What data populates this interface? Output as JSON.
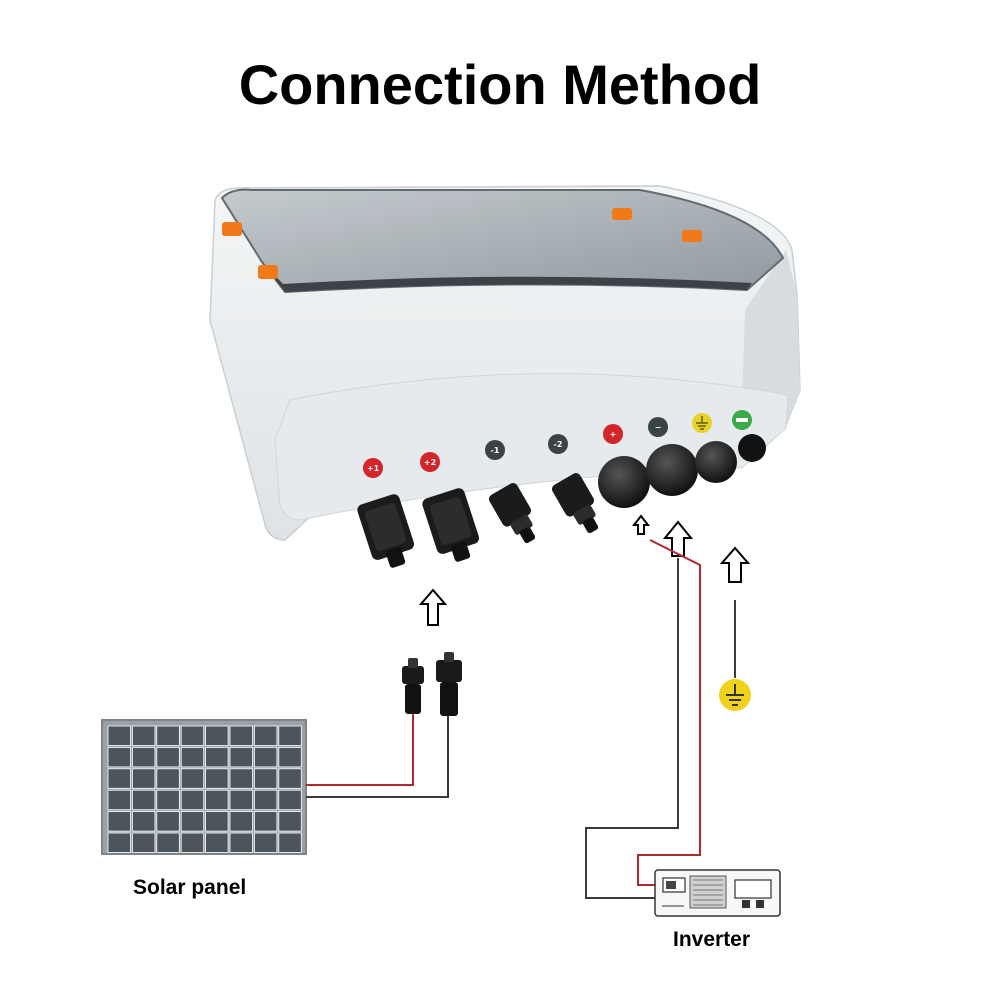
{
  "title": "Connection Method",
  "captions": {
    "solar_panel": "Solar panel",
    "inverter": "Inverter"
  },
  "ports": [
    {
      "label": "+1",
      "color": "#d3262b",
      "connector": "mc4-female"
    },
    {
      "label": "+2",
      "color": "#d3262b",
      "connector": "mc4-female"
    },
    {
      "label": "-1",
      "color": "#3a4448",
      "connector": "mc4-male"
    },
    {
      "label": "-2",
      "color": "#3a4448",
      "connector": "mc4-male"
    },
    {
      "label": "+",
      "color": "#d3262b",
      "connector": "cable-gland"
    },
    {
      "label": "−",
      "color": "#3a4448",
      "connector": "cable-gland"
    },
    {
      "label": "",
      "icon": "ground-icon",
      "color": "#e5d32a",
      "connector": "cable-gland"
    },
    {
      "label": "",
      "icon": "power-icon",
      "color": "#3bab4a",
      "connector": "knob"
    }
  ],
  "colors": {
    "positive_wire": "#b2282c",
    "negative_wire": "#3a3a3a",
    "ground_symbol": "#f1d21a",
    "box_body": "#e9edef",
    "cover": "#9ea8ae",
    "latch": "#f07a1a"
  },
  "icons": [
    "up-arrow-icon",
    "ground-icon",
    "mc4-connector-icon"
  ]
}
